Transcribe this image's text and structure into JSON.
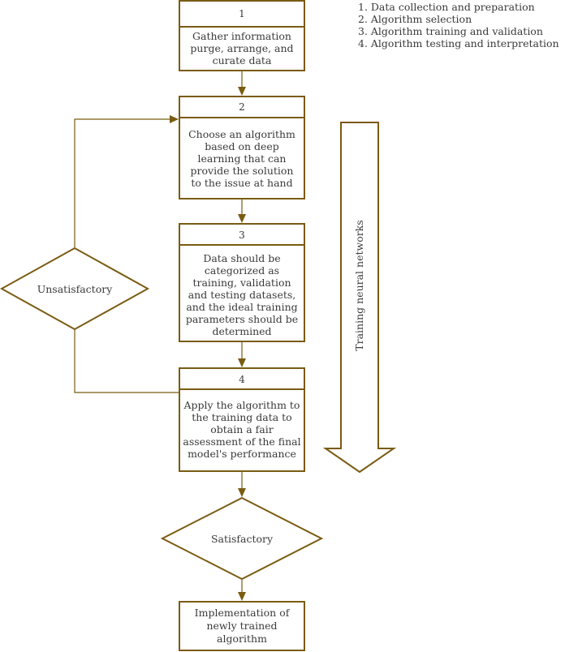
{
  "colors": {
    "accent": "#7a5c12",
    "text": "#3a3a3a",
    "background": "#ffffff"
  },
  "legend": [
    "1. Data collection and preparation",
    "2. Algorithm selection",
    "3. Algorithm training and validation",
    "4. Algorithm testing and interpretation"
  ],
  "steps": [
    {
      "number": "1",
      "lines": [
        "Gather information",
        "purge, arrange, and",
        "curate data"
      ]
    },
    {
      "number": "2",
      "lines": [
        "Choose an algorithm",
        "based on deep",
        "learning that can",
        "provide the solution",
        "to the issue at hand"
      ]
    },
    {
      "number": "3",
      "lines": [
        "Data should be",
        "categorized as",
        "training, validation",
        "and testing datasets,",
        "and the ideal training",
        "parameters should be",
        "determined"
      ]
    },
    {
      "number": "4",
      "lines": [
        "Apply the algorithm to",
        "the training data to",
        "obtain a fair",
        "assessment of the final",
        "model's performance"
      ]
    }
  ],
  "decisions": {
    "unsatisfactory": "Unsatisfactory",
    "satisfactory": "Satisfactory"
  },
  "final": {
    "lines": [
      "Implementation of",
      "newly trained",
      "algorithm"
    ]
  },
  "side_arrow": {
    "label": "Training neural networks"
  }
}
